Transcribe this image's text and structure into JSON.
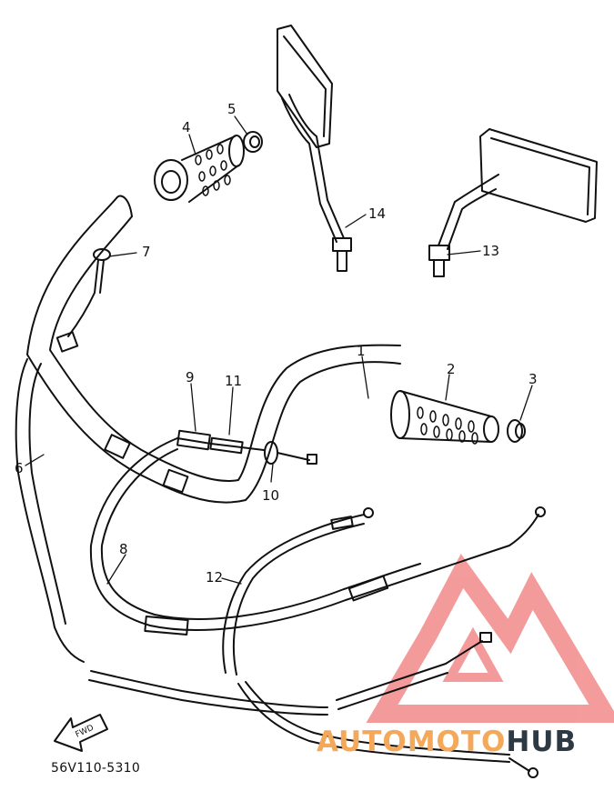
{
  "diagram": {
    "callouts": [
      "1",
      "2",
      "3",
      "4",
      "5",
      "6",
      "7",
      "8",
      "9",
      "10",
      "11",
      "12",
      "13",
      "14"
    ],
    "fwd_label": "FWD",
    "part_code": "56V110-5310"
  },
  "watermark": {
    "part_a": "AUTOMOTO",
    "part_b": "HUB",
    "color_a": "#f4a95a",
    "color_b": "#2d3a44",
    "logo_color": "#f07a7a"
  }
}
